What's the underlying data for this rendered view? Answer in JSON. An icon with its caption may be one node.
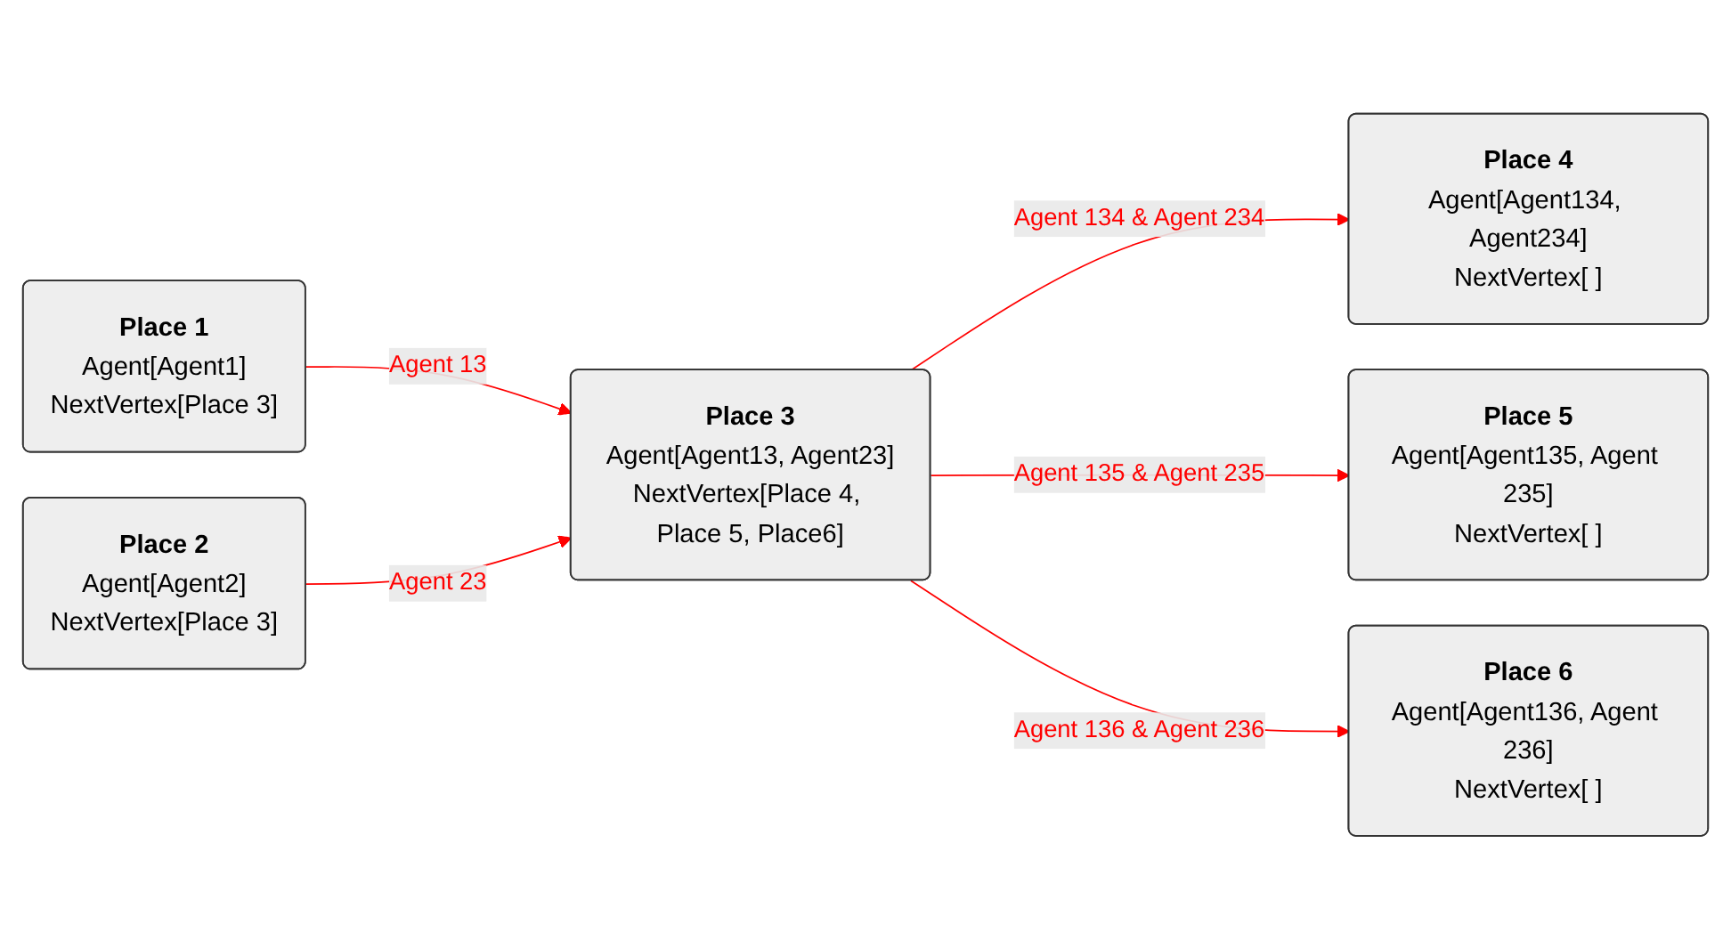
{
  "diagram": {
    "nodes": [
      {
        "text": [
          "Place 1",
          "Agent[Agent1]",
          "NextVertex[Place 3]"
        ]
      },
      {
        "text": [
          "Place 2",
          "Agent[Agent2]",
          "NextVertex[Place 3]"
        ]
      },
      {
        "text": [
          "Place 3",
          "Agent[Agent13, Agent23]",
          "NextVertex[Place 4, Place 5, Place6]"
        ]
      },
      {
        "text": [
          "Place 4",
          "Agent[Agent134, Agent234]",
          "NextVertex[ ]"
        ]
      },
      {
        "text": [
          "Place 5",
          "Agent[Agent135, Agent 235]",
          "NextVertex[ ]"
        ]
      },
      {
        "text": [
          "Place 6",
          "Agent[Agent136, Agent 236]",
          "NextVertex[ ]"
        ]
      }
    ],
    "edges": [
      {
        "from": 0,
        "to": 2,
        "arrow": "to",
        "label": "Agent 13",
        "color": "#ff0000"
      },
      {
        "from": 1,
        "to": 2,
        "arrow": "to",
        "label": "Agent 23",
        "color": "#ff0000"
      },
      {
        "from": 2,
        "to": 3,
        "arrow": "to",
        "label": "Agent 134 & Agent 234",
        "color": "#ff0000"
      },
      {
        "from": 2,
        "to": 4,
        "arrow": "to",
        "label": "Agent 135 & Agent 235",
        "color": "#ff0000"
      },
      {
        "from": 2,
        "to": 5,
        "arrow": "to",
        "label": "Agent 136 & Agent 236",
        "color": "#ff0000"
      }
    ]
  }
}
